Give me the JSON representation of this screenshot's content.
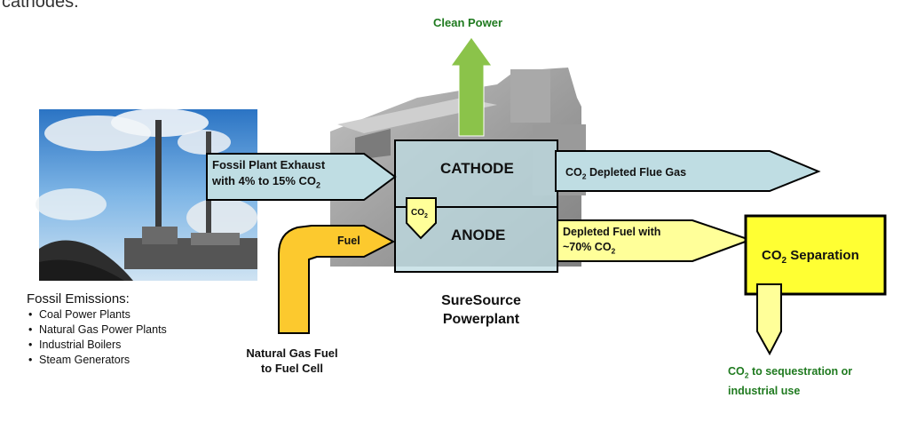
{
  "top_partial_text": "cathodes.",
  "clean_power": "Clean Power",
  "exhaust_line1": "Fossil Plant Exhaust",
  "exhaust_line2": "with 4% to 15% CO",
  "co2_sub": "2",
  "cathode": "CATHODE",
  "anode": "ANODE",
  "co2_badge": "CO",
  "flue_gas_pre": "CO",
  "flue_gas_post": " Depleted Flue Gas",
  "fuel": "Fuel",
  "depleted_line1": "Depleted Fuel with",
  "depleted_line2": "~70% CO",
  "separation_pre": "CO",
  "separation_post": " Separation",
  "powerplant_line1": "SureSource",
  "powerplant_line2": "Powerplant",
  "natgas_line1": "Natural Gas Fuel",
  "natgas_line2": "to Fuel Cell",
  "seq_line1_pre": "CO",
  "seq_line1_post": " to sequestration or",
  "seq_line2": "industrial use",
  "emissions_title": "Fossil Emissions:",
  "emissions_items": [
    "Coal Power Plants",
    "Natural Gas Power Plants",
    "Industrial Boilers",
    "Steam Generators"
  ],
  "colors": {
    "light_blue": "#bfdde3",
    "pale_yellow": "#ffff99",
    "bright_yellow": "#ffff33",
    "orange_yellow": "#fcc92e",
    "green_arrow": "#8bc34a",
    "green_text": "#1f7a1f"
  }
}
